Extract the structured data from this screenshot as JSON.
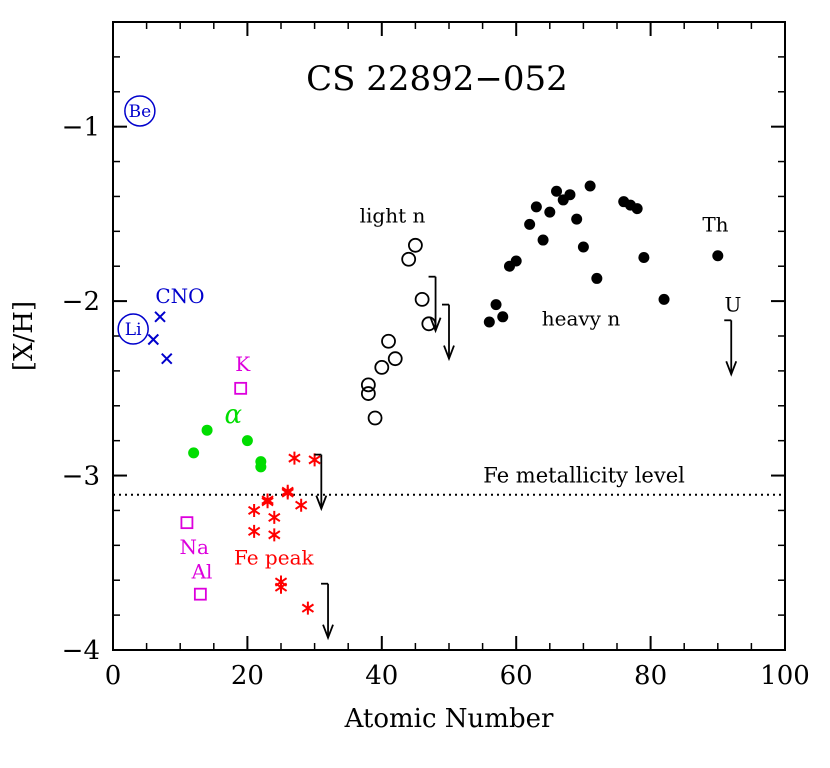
{
  "chart_data": {
    "type": "scatter",
    "title": "CS 22892−052",
    "xlabel": "Atomic Number",
    "ylabel": "[X/H]",
    "xlim": [
      0,
      100
    ],
    "ylim": [
      -4,
      -0.4
    ],
    "xticks": [
      0,
      20,
      40,
      60,
      80,
      100
    ],
    "yticks": [
      -1,
      -2,
      -3,
      -4
    ],
    "xtick_labels": [
      "0",
      "20",
      "40",
      "60",
      "80",
      "100"
    ],
    "ytick_labels": [
      "−1",
      "−2",
      "−3",
      "−4"
    ],
    "grid": false,
    "colors": {
      "blue": "#0000cc",
      "magenta": "#dd00dd",
      "green": "#00dd00",
      "red": "#ff0000",
      "black": "#000000"
    },
    "reference_line": {
      "label": "Fe metallicity level",
      "y": -3.11,
      "style": "dotted"
    },
    "series": [
      {
        "name": "Be",
        "marker": "circled-label",
        "color": "blue",
        "points": [
          {
            "x": 4,
            "y": -0.91,
            "label": "Be"
          }
        ]
      },
      {
        "name": "Li",
        "marker": "circled-label",
        "color": "blue",
        "points": [
          {
            "x": 3,
            "y": -2.16,
            "label": "Li"
          }
        ]
      },
      {
        "name": "CNO",
        "marker": "x",
        "color": "blue",
        "points": [
          {
            "x": 6,
            "y": -2.22
          },
          {
            "x": 7,
            "y": -2.09
          },
          {
            "x": 8,
            "y": -2.33
          }
        ]
      },
      {
        "name": "Na / Al / K",
        "marker": "open-square",
        "color": "magenta",
        "points": [
          {
            "x": 11,
            "y": -3.27
          },
          {
            "x": 13,
            "y": -3.68
          },
          {
            "x": 19,
            "y": -2.5
          }
        ]
      },
      {
        "name": "α",
        "marker": "filled-circle",
        "color": "green",
        "points": [
          {
            "x": 12,
            "y": -2.87
          },
          {
            "x": 14,
            "y": -2.74
          },
          {
            "x": 20,
            "y": -2.8
          },
          {
            "x": 22,
            "y": -2.92
          },
          {
            "x": 22,
            "y": -2.95
          }
        ]
      },
      {
        "name": "Fe peak",
        "marker": "asterisk",
        "color": "red",
        "points": [
          {
            "x": 21,
            "y": -3.2
          },
          {
            "x": 21,
            "y": -3.32
          },
          {
            "x": 23,
            "y": -3.14
          },
          {
            "x": 23,
            "y": -3.15
          },
          {
            "x": 24,
            "y": -3.24
          },
          {
            "x": 24,
            "y": -3.34
          },
          {
            "x": 25,
            "y": -3.61
          },
          {
            "x": 25,
            "y": -3.64
          },
          {
            "x": 26,
            "y": -3.09
          },
          {
            "x": 26,
            "y": -3.1
          },
          {
            "x": 27,
            "y": -2.9
          },
          {
            "x": 28,
            "y": -3.17
          },
          {
            "x": 29,
            "y": -3.76
          },
          {
            "x": 30,
            "y": -2.91
          }
        ]
      },
      {
        "name": "light n",
        "marker": "open-circle",
        "color": "black",
        "points": [
          {
            "x": 38,
            "y": -2.48
          },
          {
            "x": 38,
            "y": -2.53
          },
          {
            "x": 39,
            "y": -2.67
          },
          {
            "x": 40,
            "y": -2.38
          },
          {
            "x": 41,
            "y": -2.23
          },
          {
            "x": 42,
            "y": -2.33
          },
          {
            "x": 44,
            "y": -1.76
          },
          {
            "x": 45,
            "y": -1.68
          },
          {
            "x": 46,
            "y": -1.99
          },
          {
            "x": 47,
            "y": -2.13
          }
        ]
      },
      {
        "name": "heavy n",
        "marker": "filled-circle",
        "color": "black",
        "points": [
          {
            "x": 56,
            "y": -2.12
          },
          {
            "x": 57,
            "y": -2.02
          },
          {
            "x": 58,
            "y": -2.09
          },
          {
            "x": 59,
            "y": -1.8
          },
          {
            "x": 60,
            "y": -1.77
          },
          {
            "x": 62,
            "y": -1.56
          },
          {
            "x": 63,
            "y": -1.46
          },
          {
            "x": 64,
            "y": -1.65
          },
          {
            "x": 65,
            "y": -1.49
          },
          {
            "x": 66,
            "y": -1.37
          },
          {
            "x": 67,
            "y": -1.42
          },
          {
            "x": 68,
            "y": -1.39
          },
          {
            "x": 69,
            "y": -1.53
          },
          {
            "x": 70,
            "y": -1.69
          },
          {
            "x": 71,
            "y": -1.34
          },
          {
            "x": 72,
            "y": -1.87
          },
          {
            "x": 76,
            "y": -1.43
          },
          {
            "x": 77,
            "y": -1.45
          },
          {
            "x": 78,
            "y": -1.47
          },
          {
            "x": 79,
            "y": -1.75
          },
          {
            "x": 82,
            "y": -1.99
          },
          {
            "x": 90,
            "y": -1.74
          }
        ]
      },
      {
        "name": "upper limits",
        "marker": "down-arrow",
        "color": "black",
        "points": [
          {
            "x": 31,
            "y": -2.88
          },
          {
            "x": 32,
            "y": -3.62
          },
          {
            "x": 48,
            "y": -1.86
          },
          {
            "x": 50,
            "y": -2.02
          },
          {
            "x": 92,
            "y": -2.11
          }
        ]
      }
    ],
    "annotations": [
      {
        "text": "CNO",
        "x": 6.3,
        "y": -2.01,
        "color": "blue"
      },
      {
        "text": "K",
        "x": 18.2,
        "y": -2.4,
        "color": "magenta"
      },
      {
        "text": "α",
        "x": 16.6,
        "y": -2.7,
        "color": "green"
      },
      {
        "text": "Na",
        "x": 9.9,
        "y": -3.45,
        "color": "magenta"
      },
      {
        "text": "Al",
        "x": 11.7,
        "y": -3.59,
        "color": "magenta"
      },
      {
        "text": "Fe peak",
        "x": 18,
        "y": -3.51,
        "color": "red"
      },
      {
        "text": "light n",
        "x": 36.7,
        "y": -1.55,
        "color": "black"
      },
      {
        "text": "heavy n",
        "x": 63.8,
        "y": -2.14,
        "color": "black"
      },
      {
        "text": "Th",
        "x": 87.7,
        "y": -1.6,
        "color": "black"
      },
      {
        "text": "U",
        "x": 91,
        "y": -2.06,
        "color": "black"
      },
      {
        "text": "Fe metallicity level",
        "x": 55.1,
        "y": -3.04,
        "color": "black"
      }
    ]
  }
}
